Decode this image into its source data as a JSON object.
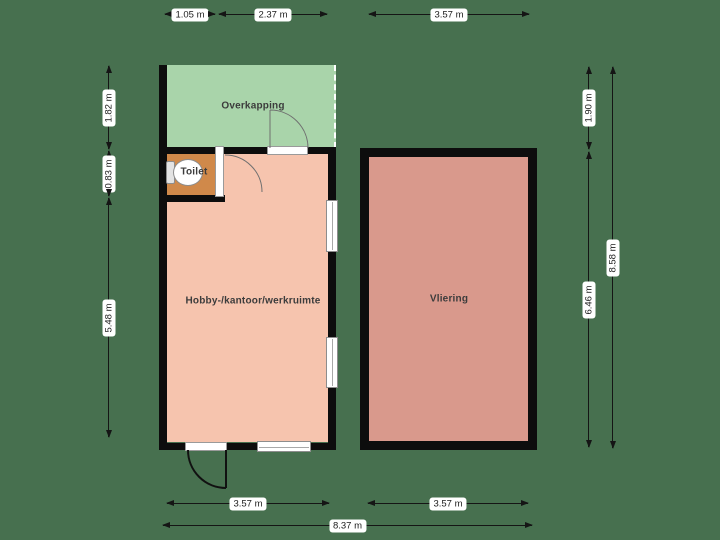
{
  "plan_type": "floorplan",
  "rooms": {
    "overkapping": {
      "label": "Overkapping",
      "fill": "#a9d4aa"
    },
    "toilet": {
      "label": "Toilet",
      "fill": "#d0894a"
    },
    "hobby": {
      "label": "Hobby-/kantoor/werkruimte",
      "fill": "#f6c4ae"
    },
    "vliering": {
      "label": "Vliering",
      "fill": "#d9998c"
    }
  },
  "dims": {
    "top1": "1.05 m",
    "top2": "2.37 m",
    "top3": "3.57 m",
    "left1": "1.82 m",
    "left2": "0.83 m",
    "left3": "5.48 m",
    "right1": "1.90 m",
    "right2": "6.46 m",
    "right_total": "8.58 m",
    "bottom_left": "3.57 m",
    "bottom_right": "3.57 m",
    "bottom_total": "8.37 m"
  },
  "fixtures": {
    "toilet_fixture": "toilet-top-view"
  },
  "icons": [
    "door-swing-arc",
    "window-glyph",
    "dimension-arrow"
  ],
  "colors": {
    "background": "#47704f",
    "wall": "#0d0d0d",
    "overkapping_fill": "#a9d4aa",
    "toilet_fill": "#d0894a",
    "hobby_fill": "#f6c4ae",
    "vliering_fill": "#d9998c",
    "dim_label_bg": "#ffffff",
    "dim_line": "#151515",
    "room_text": "#3c3c3c",
    "open_edge_dash": "#ffffff"
  }
}
